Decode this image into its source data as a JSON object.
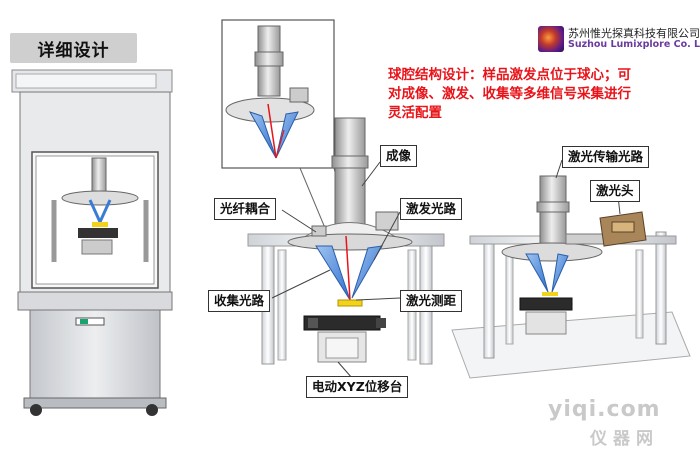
{
  "title": "详细设计",
  "logo": {
    "name_cn": "苏州惟光探真科技有限公司",
    "name_en": "Suzhou Lumixplore Co. Ltd."
  },
  "description": "球腔结构设计：样品激发点位于球心；可对成像、激发、收集等多维信号采集进行灵活配置",
  "labels": {
    "imaging": "成像",
    "fiber_coupling": "光纤耦合",
    "excitation_path": "激发光路",
    "collection_path": "收集光路",
    "laser_ranging": "激光测距",
    "xyz_stage": "电动XYZ位移台",
    "laser_transmission": "激光传输光路",
    "laser_head": "激光头"
  },
  "watermark": {
    "site": "yiqi.com",
    "name": "仪器网"
  },
  "colors": {
    "label_text": "#e8141a",
    "cone_blue": "#3a7bd5",
    "sample_yellow": "#f2d21b"
  }
}
